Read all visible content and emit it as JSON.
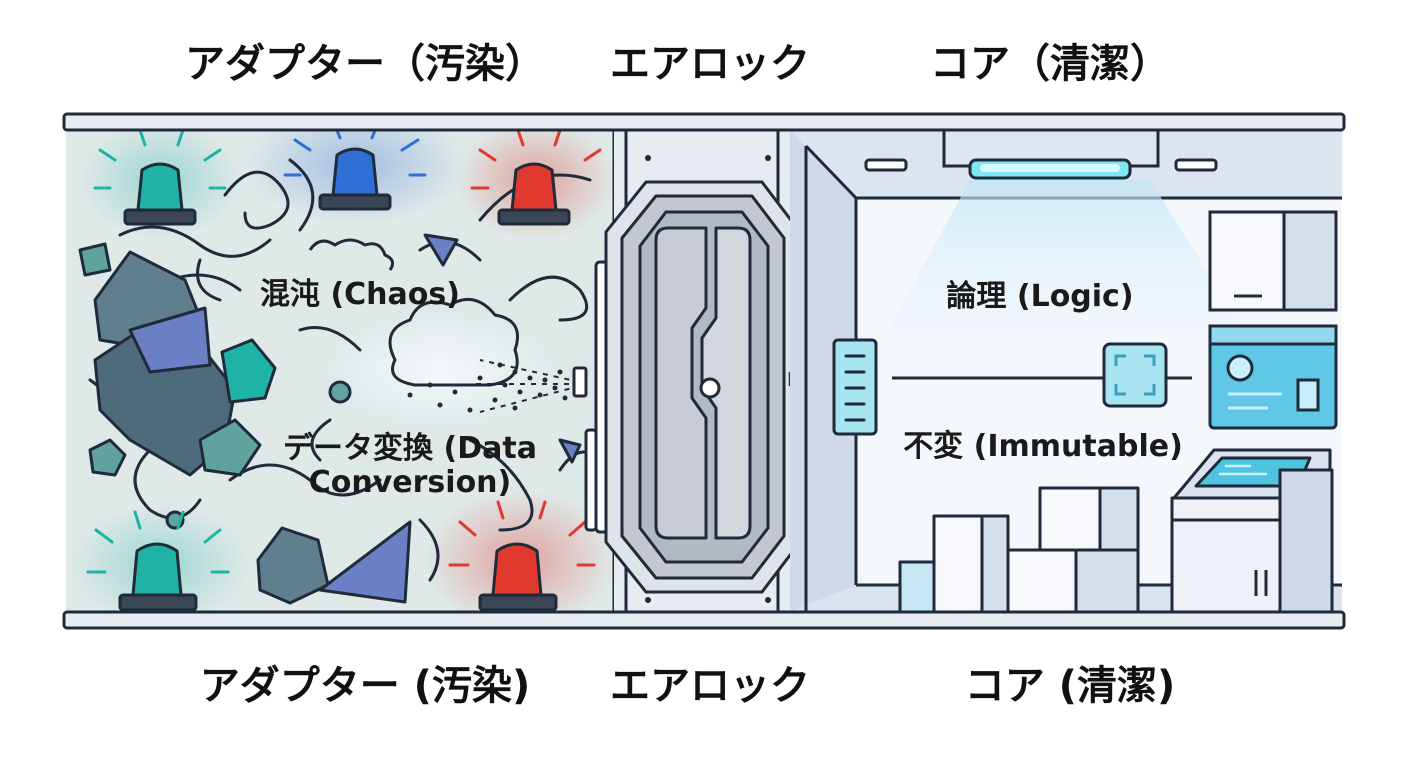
{
  "headings": {
    "top": {
      "adapter": "アダプター（汚染）",
      "airlock": "エアロック",
      "core": "コア（清潔）"
    },
    "bottom": {
      "adapter": "アダプター (汚染)",
      "airlock": "エアロック",
      "core": "コア (清潔)"
    }
  },
  "labels": {
    "chaos": "混沌 (Chaos)",
    "data_conversion_line1": "データ変換 (Data",
    "data_conversion_line2": "Conversion)",
    "logic": "論理 (Logic)",
    "immutable": "不変 (Immutable)"
  },
  "colors": {
    "outline": "#1f2a3a",
    "chaos_zone": "#dfe9e8",
    "airlock_frame": "#e7ebf2",
    "airlock_door": "#c3c8d0",
    "core_zone": "#e8eef8",
    "core_glow": "#5fe0f0",
    "alarm_teal": "#1fb3a6",
    "alarm_blue": "#2f6fd6",
    "alarm_red": "#e0392e",
    "shape_teal": "#5fa29e",
    "shape_slate": "#5f7f8f",
    "shape_indigo": "#6b7fc4"
  },
  "icons": [
    "alarm-light-icon",
    "airlock-door-icon",
    "storage-cabinet-icon",
    "display-panel-icon",
    "terminal-console-icon",
    "focus-frame-icon",
    "control-panel-icon"
  ]
}
